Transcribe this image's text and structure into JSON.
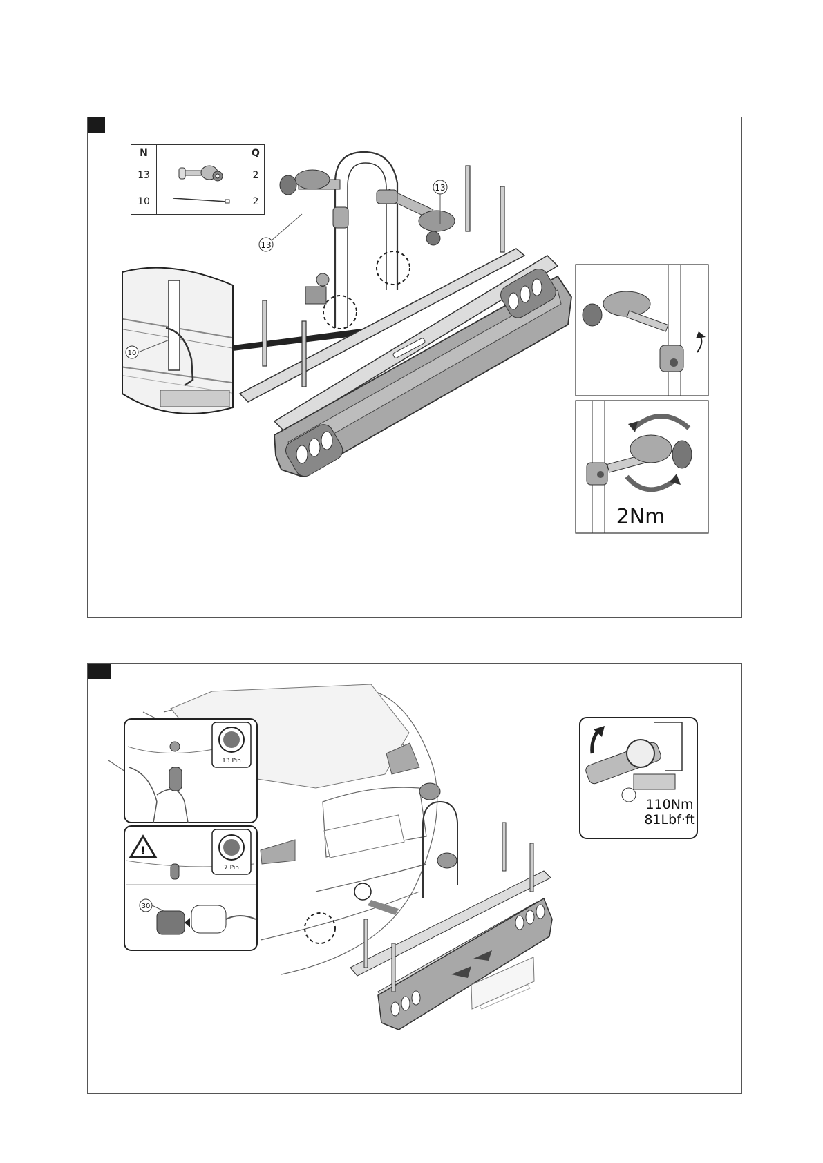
{
  "parts_table": {
    "headers": {
      "number": "N",
      "quantity": "Q"
    },
    "rows": [
      {
        "number": "13",
        "quantity": "2",
        "icon": "bike-frame-holder-icon"
      },
      {
        "number": "10",
        "quantity": "2",
        "icon": "cable-tie-icon"
      }
    ]
  },
  "step1": {
    "callouts": {
      "holder_left": "13",
      "holder_right": "13",
      "cable_tie": "10"
    },
    "torque_label": "2Nm"
  },
  "step2": {
    "socket_13": {
      "label": "13 Pin"
    },
    "socket_7": {
      "label": "7 Pin"
    },
    "adapter_callout": "30",
    "torque": {
      "metric": "110Nm",
      "imperial": "81Lbf·ft"
    }
  },
  "colors": {
    "line": "#333333",
    "rack_grey": "#9a9a9a",
    "tab": "#1a1a1a"
  }
}
